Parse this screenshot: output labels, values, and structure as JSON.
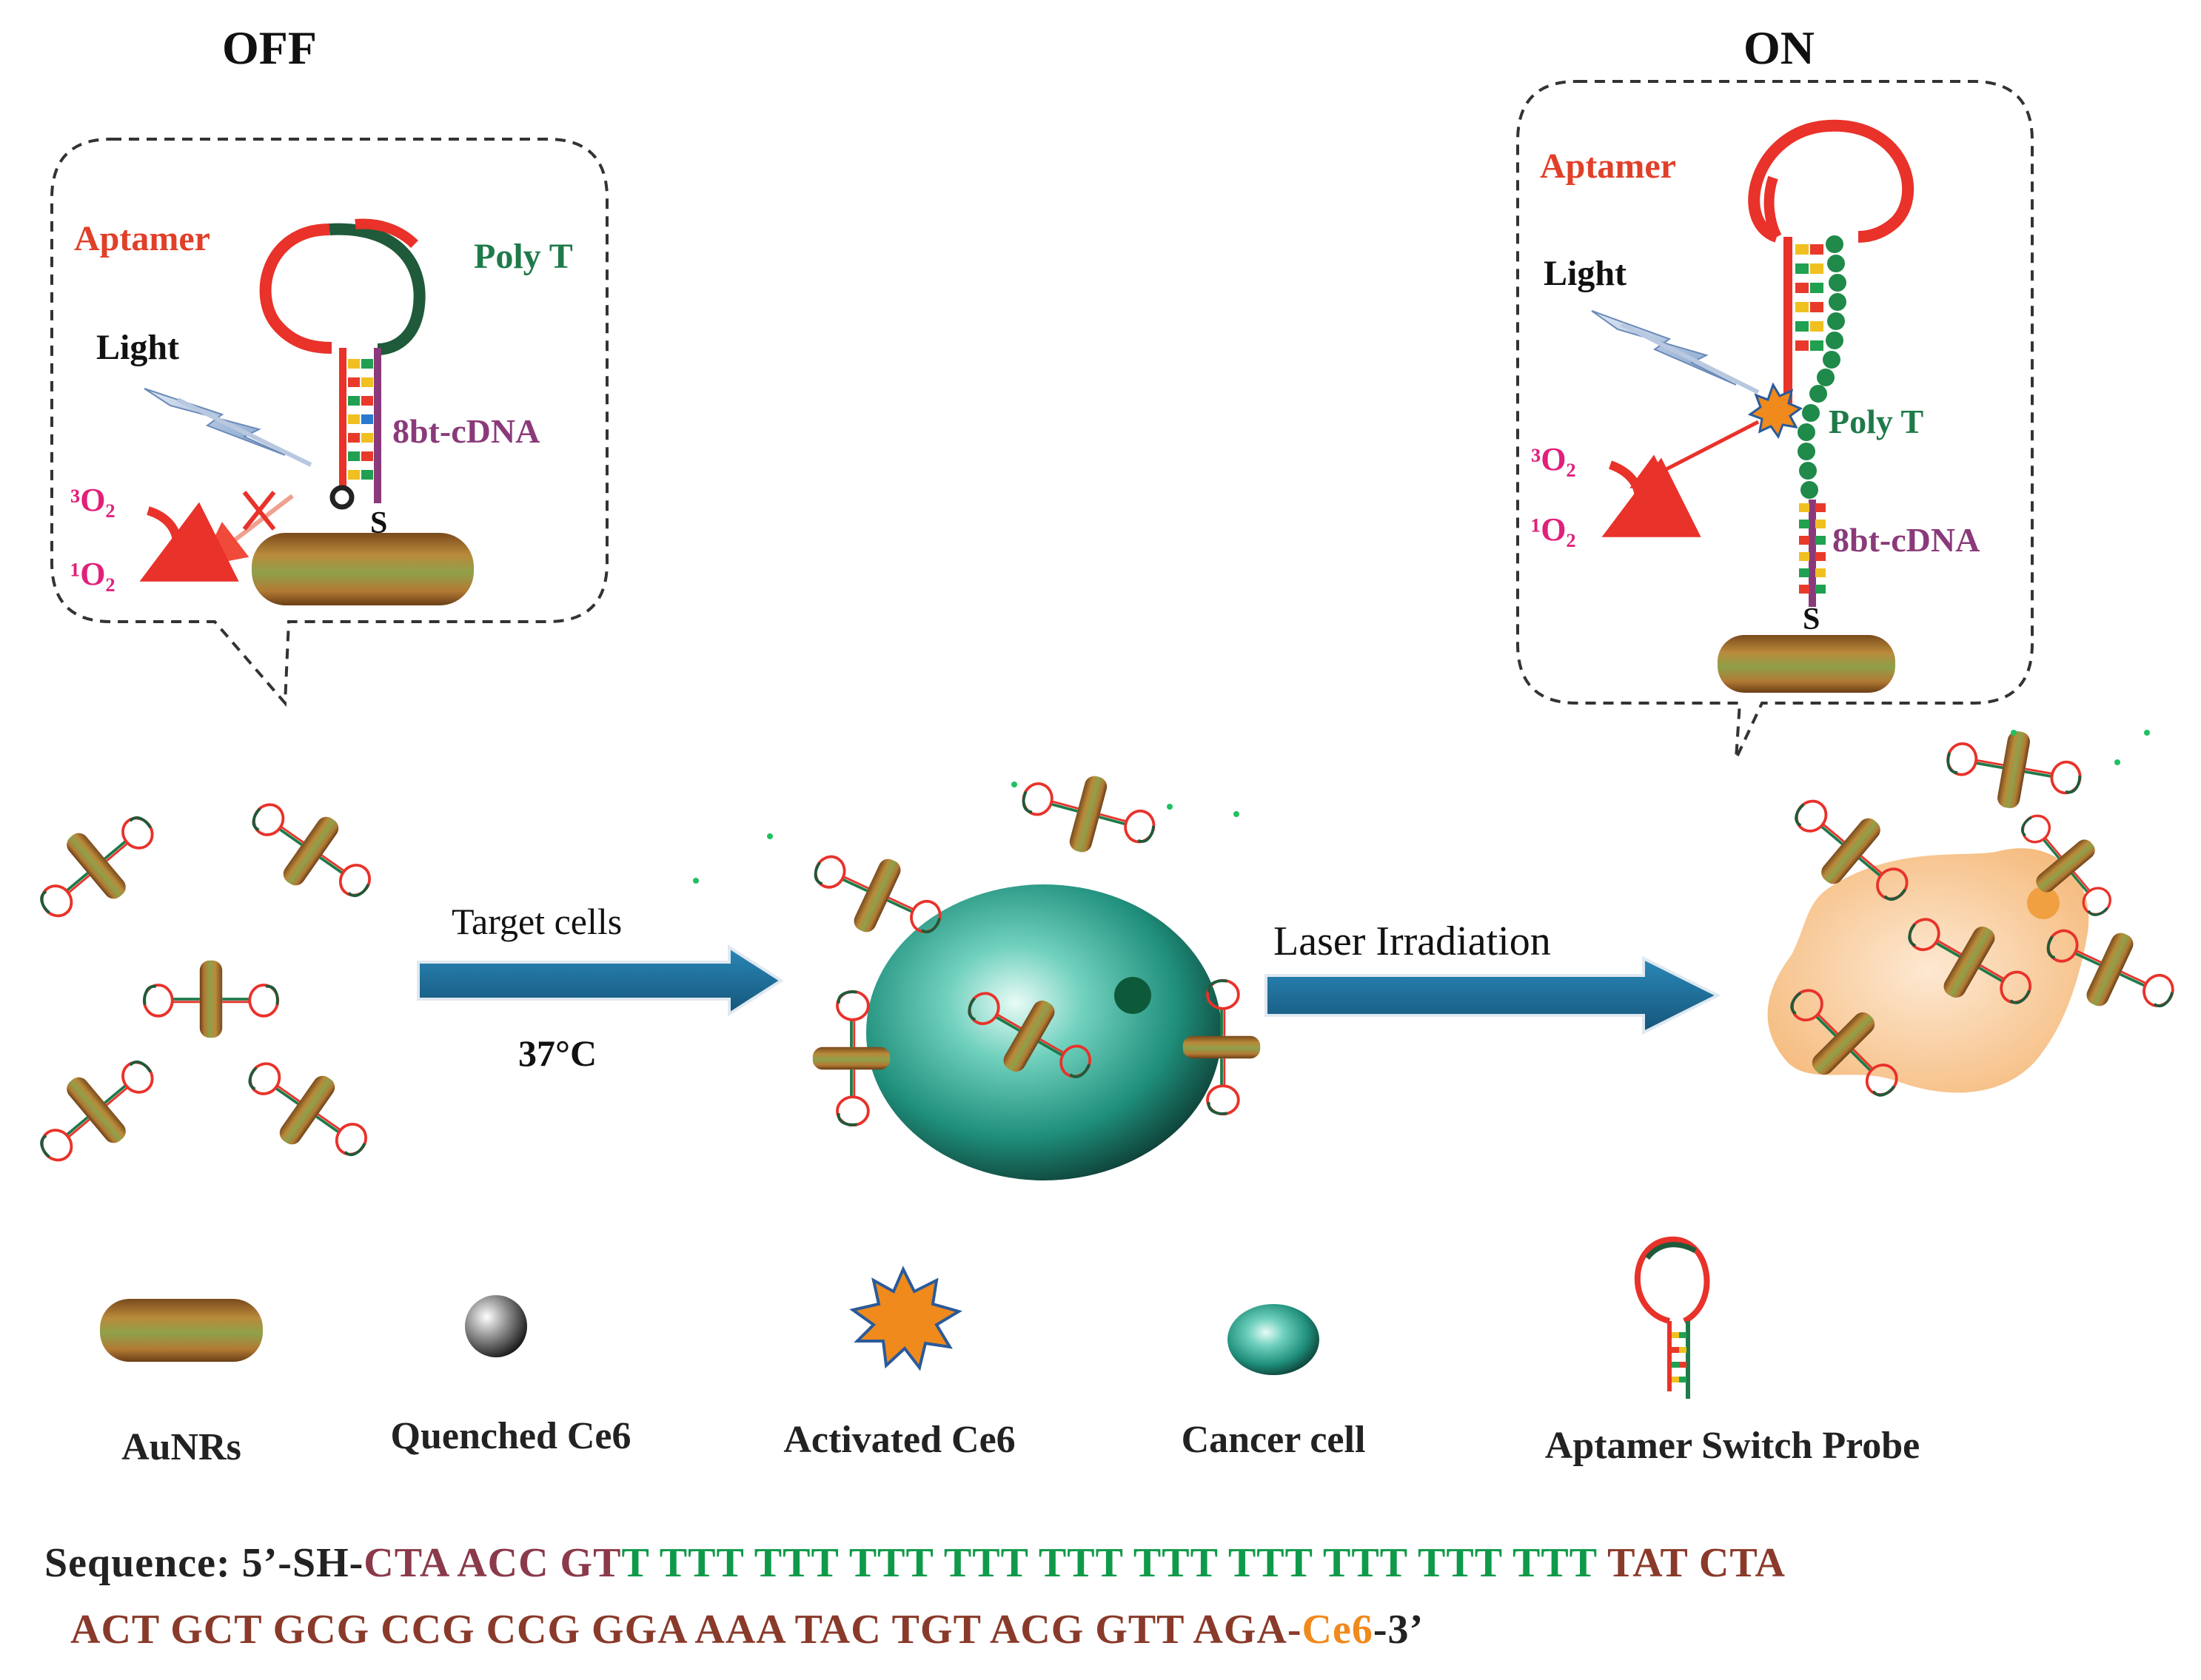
{
  "panels": {
    "off": {
      "title": "OFF",
      "aptamer": "Aptamer",
      "poly_t": "Poly T",
      "light": "Light",
      "cdna": "8bt-cDNA",
      "s": "S",
      "o2_triplet": "³O₂",
      "o2_singlet": "¹O₂"
    },
    "on": {
      "title": "ON",
      "aptamer": "Aptamer",
      "poly_t": "Poly T",
      "light": "Light",
      "cdna": "8bt-cDNA",
      "s": "S",
      "o2_triplet": "³O₂",
      "o2_singlet": "¹O₂"
    }
  },
  "process": {
    "step1_label": "Target cells",
    "step1_temp": "37°C",
    "step2_label": "Laser Irradiation"
  },
  "legend": [
    {
      "label": "AuNRs",
      "icon": "gold-nanorod-icon"
    },
    {
      "label": "Quenched Ce6",
      "icon": "quenched-ce6-sphere-icon"
    },
    {
      "label": "Activated Ce6",
      "icon": "activated-ce6-starburst-icon"
    },
    {
      "label": "Cancer cell",
      "icon": "cancer-cell-icon"
    },
    {
      "label": "Aptamer Switch Probe",
      "icon": "aptamer-probe-icon"
    }
  ],
  "sequence": {
    "line1": [
      {
        "text": "Sequence: 5’-SH-",
        "color": "#222222"
      },
      {
        "text": "CTA ACC GT",
        "color": "#8a3a4a"
      },
      {
        "text": "T TTT TTT TTT TTT TTT TTT TTT TTT TTT TTT ",
        "color": "#0f9a4a"
      },
      {
        "text": "TAT CTA",
        "color": "#8a3a2a"
      }
    ],
    "line2": [
      {
        "text": "ACT GCT GCG CCG CCG GGA AAA TAC TGT ACG GTT AGA-",
        "color": "#8a3a2a"
      },
      {
        "text": "Ce6",
        "color": "#f08a1c"
      },
      {
        "text": "-3’",
        "color": "#222222"
      }
    ]
  },
  "colors": {
    "aptamer_red": "#e8322a",
    "poly_t_green": "#1f7a4a",
    "cdna_purple": "#8a3a7a",
    "singlet_oxygen_magenta": "#e0207a",
    "arrow_blue": "#1e6f9c",
    "gold_rod": "#a8742a",
    "cell_teal": "#2a9a86",
    "dead_cell_orange": "#f6c28c"
  }
}
